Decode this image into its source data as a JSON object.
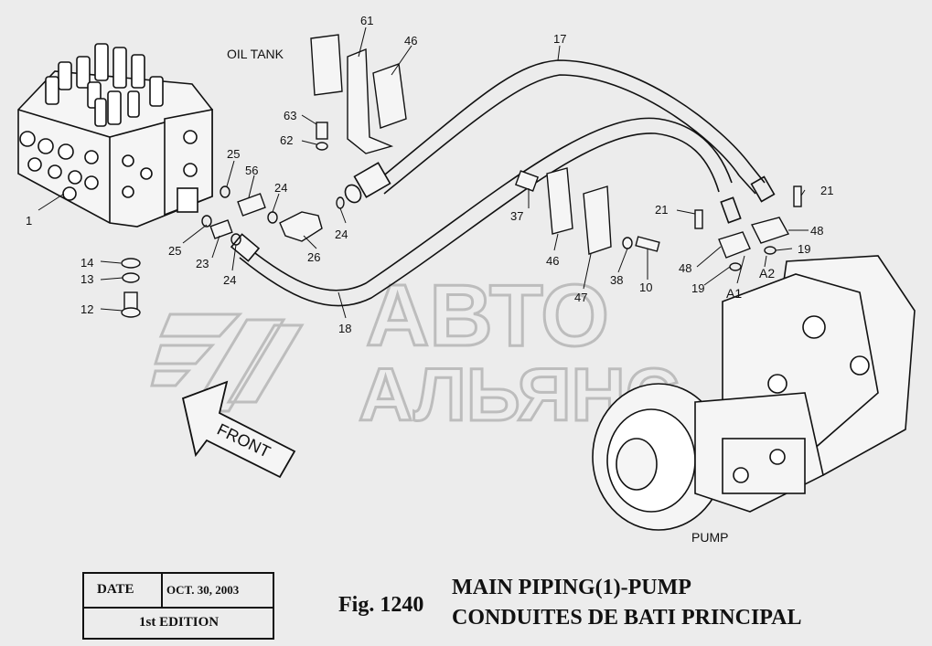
{
  "labels": {
    "oil_tank": "OIL TANK",
    "pump": "PUMP",
    "front": "FRONT",
    "port_a1": "A1",
    "port_a2": "A2",
    "watermark_line1": "АВТО",
    "watermark_line2": "АЛЬЯНС"
  },
  "callouts": [
    "61",
    "46",
    "17",
    "63",
    "62",
    "25",
    "56",
    "24",
    "1",
    "24",
    "26",
    "25",
    "23",
    "24",
    "14",
    "13",
    "12",
    "18",
    "37",
    "46",
    "47",
    "38",
    "10",
    "21",
    "48",
    "19",
    "21",
    "48",
    "19"
  ],
  "title_block": {
    "date_label": "DATE",
    "date_value": "OCT. 30, 2003",
    "edition": "1st EDITION",
    "fig_number": "Fig. 1240",
    "title_en": "MAIN PIPING(1)-PUMP",
    "title_fr": "CONDUITES DE BATI PRINCIPAL"
  },
  "colors": {
    "background": "#ececec",
    "line": "#111111",
    "watermark": "#c9c9c9"
  }
}
